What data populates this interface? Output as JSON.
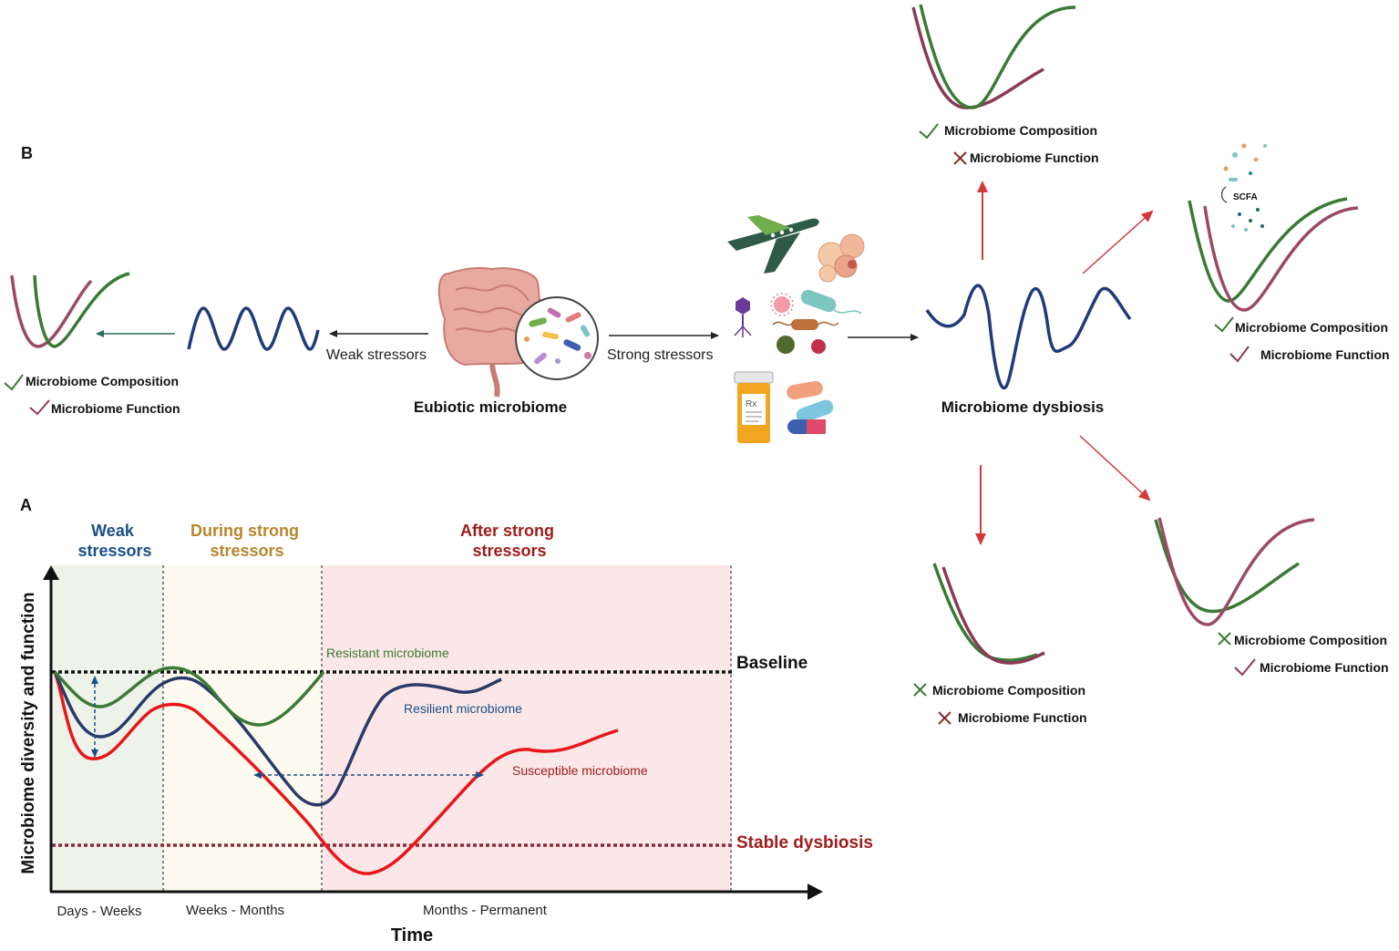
{
  "panel_b": {
    "label": "B",
    "center_label": "Eubiotic microbiome",
    "weak_arrow_label": "Weak stressors",
    "strong_arrow_label": "Strong stressors",
    "dysbiosis_label": "Microbiome dysbiosis",
    "scfa_label": "SCFA",
    "rx_label": "Rx",
    "outcomes": {
      "weak": {
        "composition": "Microbiome Composition",
        "function": "Microbiome Function"
      },
      "top": {
        "composition": "Microbiome Composition",
        "function": "Microbiome Function"
      },
      "right": {
        "composition": "Microbiome Composition",
        "function": "Microbiome Function"
      },
      "bottom": {
        "composition": "Microbiome Composition",
        "function": "Microbiome Function"
      },
      "bottom_right": {
        "composition": "Microbiome Composition",
        "function": "Microbiome Function"
      }
    }
  },
  "panel_a": {
    "label": "A",
    "phase_weak": [
      "Weak",
      "stressors"
    ],
    "phase_during": [
      "During strong",
      "stressors"
    ],
    "phase_after": [
      "After strong",
      "stressors"
    ],
    "y_axis_label": "Microbiome diversity and function",
    "x_axis_label": "Time",
    "time_labels": [
      "Days - Weeks",
      "Weeks - Months",
      "Months - Permanent"
    ],
    "baseline_label": "Baseline",
    "dysbiosis_label": "Stable dysbiosis",
    "resistant_label": "Resistant microbiome",
    "resilient_label": "Resilient microbiome",
    "susceptible_label": "Susceptible microbiome"
  },
  "colors": {
    "green": "#3a7a34",
    "maroon": "#8b3a55",
    "navy": "#1f3b7a",
    "red": "#e8161a",
    "dark_red": "#a01c1c",
    "blue_text": "#1a4f8a",
    "gold_text": "#b8862d",
    "weak_zone": "#eef3ea",
    "during_zone": "#fdfaef",
    "after_zone": "#fbe7e7"
  }
}
